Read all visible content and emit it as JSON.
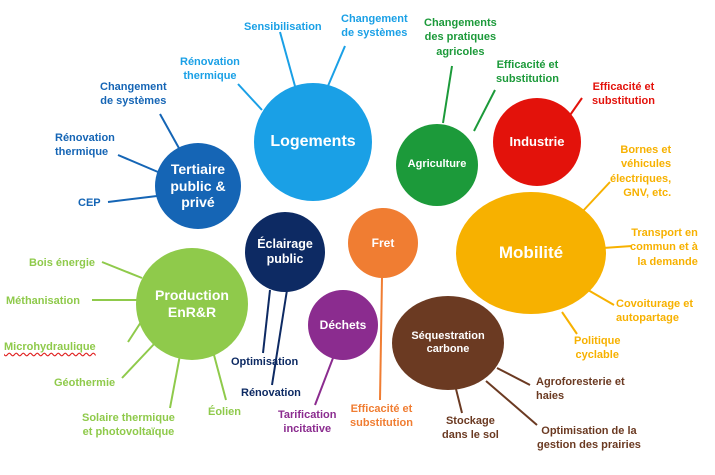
{
  "bubbles": {
    "logements": {
      "label": "Logements",
      "color": "#1aa0e6"
    },
    "tertiaire": {
      "label_lines": [
        "Tertiaire",
        "public &",
        "privé"
      ],
      "color": "#1565b5"
    },
    "agriculture": {
      "label": "Agriculture",
      "color": "#1c9a3a"
    },
    "industrie": {
      "label": "Industrie",
      "color": "#e3120b"
    },
    "mobilite": {
      "label": "Mobilité",
      "color": "#f7b100"
    },
    "eclairage": {
      "label_lines": [
        "Éclairage",
        "public"
      ],
      "color": "#0d2a63"
    },
    "fret": {
      "label": "Fret",
      "color": "#f07d32"
    },
    "production": {
      "label_lines": [
        "Production",
        "EnR&R"
      ],
      "color": "#8fca4b"
    },
    "dechets": {
      "label": "Déchets",
      "color": "#8b2c8f"
    },
    "sequestration": {
      "label_lines": [
        "Séquestration",
        "carbone"
      ],
      "color": "#6b3a22"
    }
  },
  "labels": {
    "sensibilisation": "Sensibilisation",
    "changement_systemes_log": [
      "Changement",
      "de systèmes"
    ],
    "renovation_thermique_log": [
      "Rénovation",
      "thermique"
    ],
    "changement_systemes_ter": [
      "Changement",
      "de systèmes"
    ],
    "renovation_thermique_ter": [
      "Rénovation",
      "thermique"
    ],
    "cep": "CEP",
    "changements_pratiques": [
      "Changements",
      "des pratiques",
      "agricoles"
    ],
    "efficacite_agri": [
      "Efficacité et",
      "substitution"
    ],
    "efficacite_ind": [
      "Efficacité et",
      "substitution"
    ],
    "bornes": [
      "Bornes et",
      "véhicules",
      "électriques,",
      "GNV, etc."
    ],
    "transport_commun": [
      "Transport en",
      "commun et à",
      "la demande"
    ],
    "covoiturage": [
      "Covoiturage et",
      "autopartage"
    ],
    "politique_cyclable": [
      "Politique",
      "cyclable"
    ],
    "bois_energie": "Bois énergie",
    "methanisation": "Méthanisation",
    "microhydraulique": "Microhydraulique",
    "geothermie": "Géothermie",
    "solaire": [
      "Solaire thermique",
      "et photovoltaïque"
    ],
    "eolien": "Éolien",
    "optimisation": "Optimisation",
    "renovation_eclairage": "Rénovation",
    "tarification": [
      "Tarification",
      "incitative"
    ],
    "efficacite_fret": [
      "Efficacité et",
      "substitution"
    ],
    "stockage": [
      "Stockage",
      "dans le sol"
    ],
    "agroforesterie": [
      "Agroforesterie et",
      "haies"
    ],
    "optimisation_prairies": [
      "Optimisation de la",
      "gestion des prairies"
    ]
  }
}
